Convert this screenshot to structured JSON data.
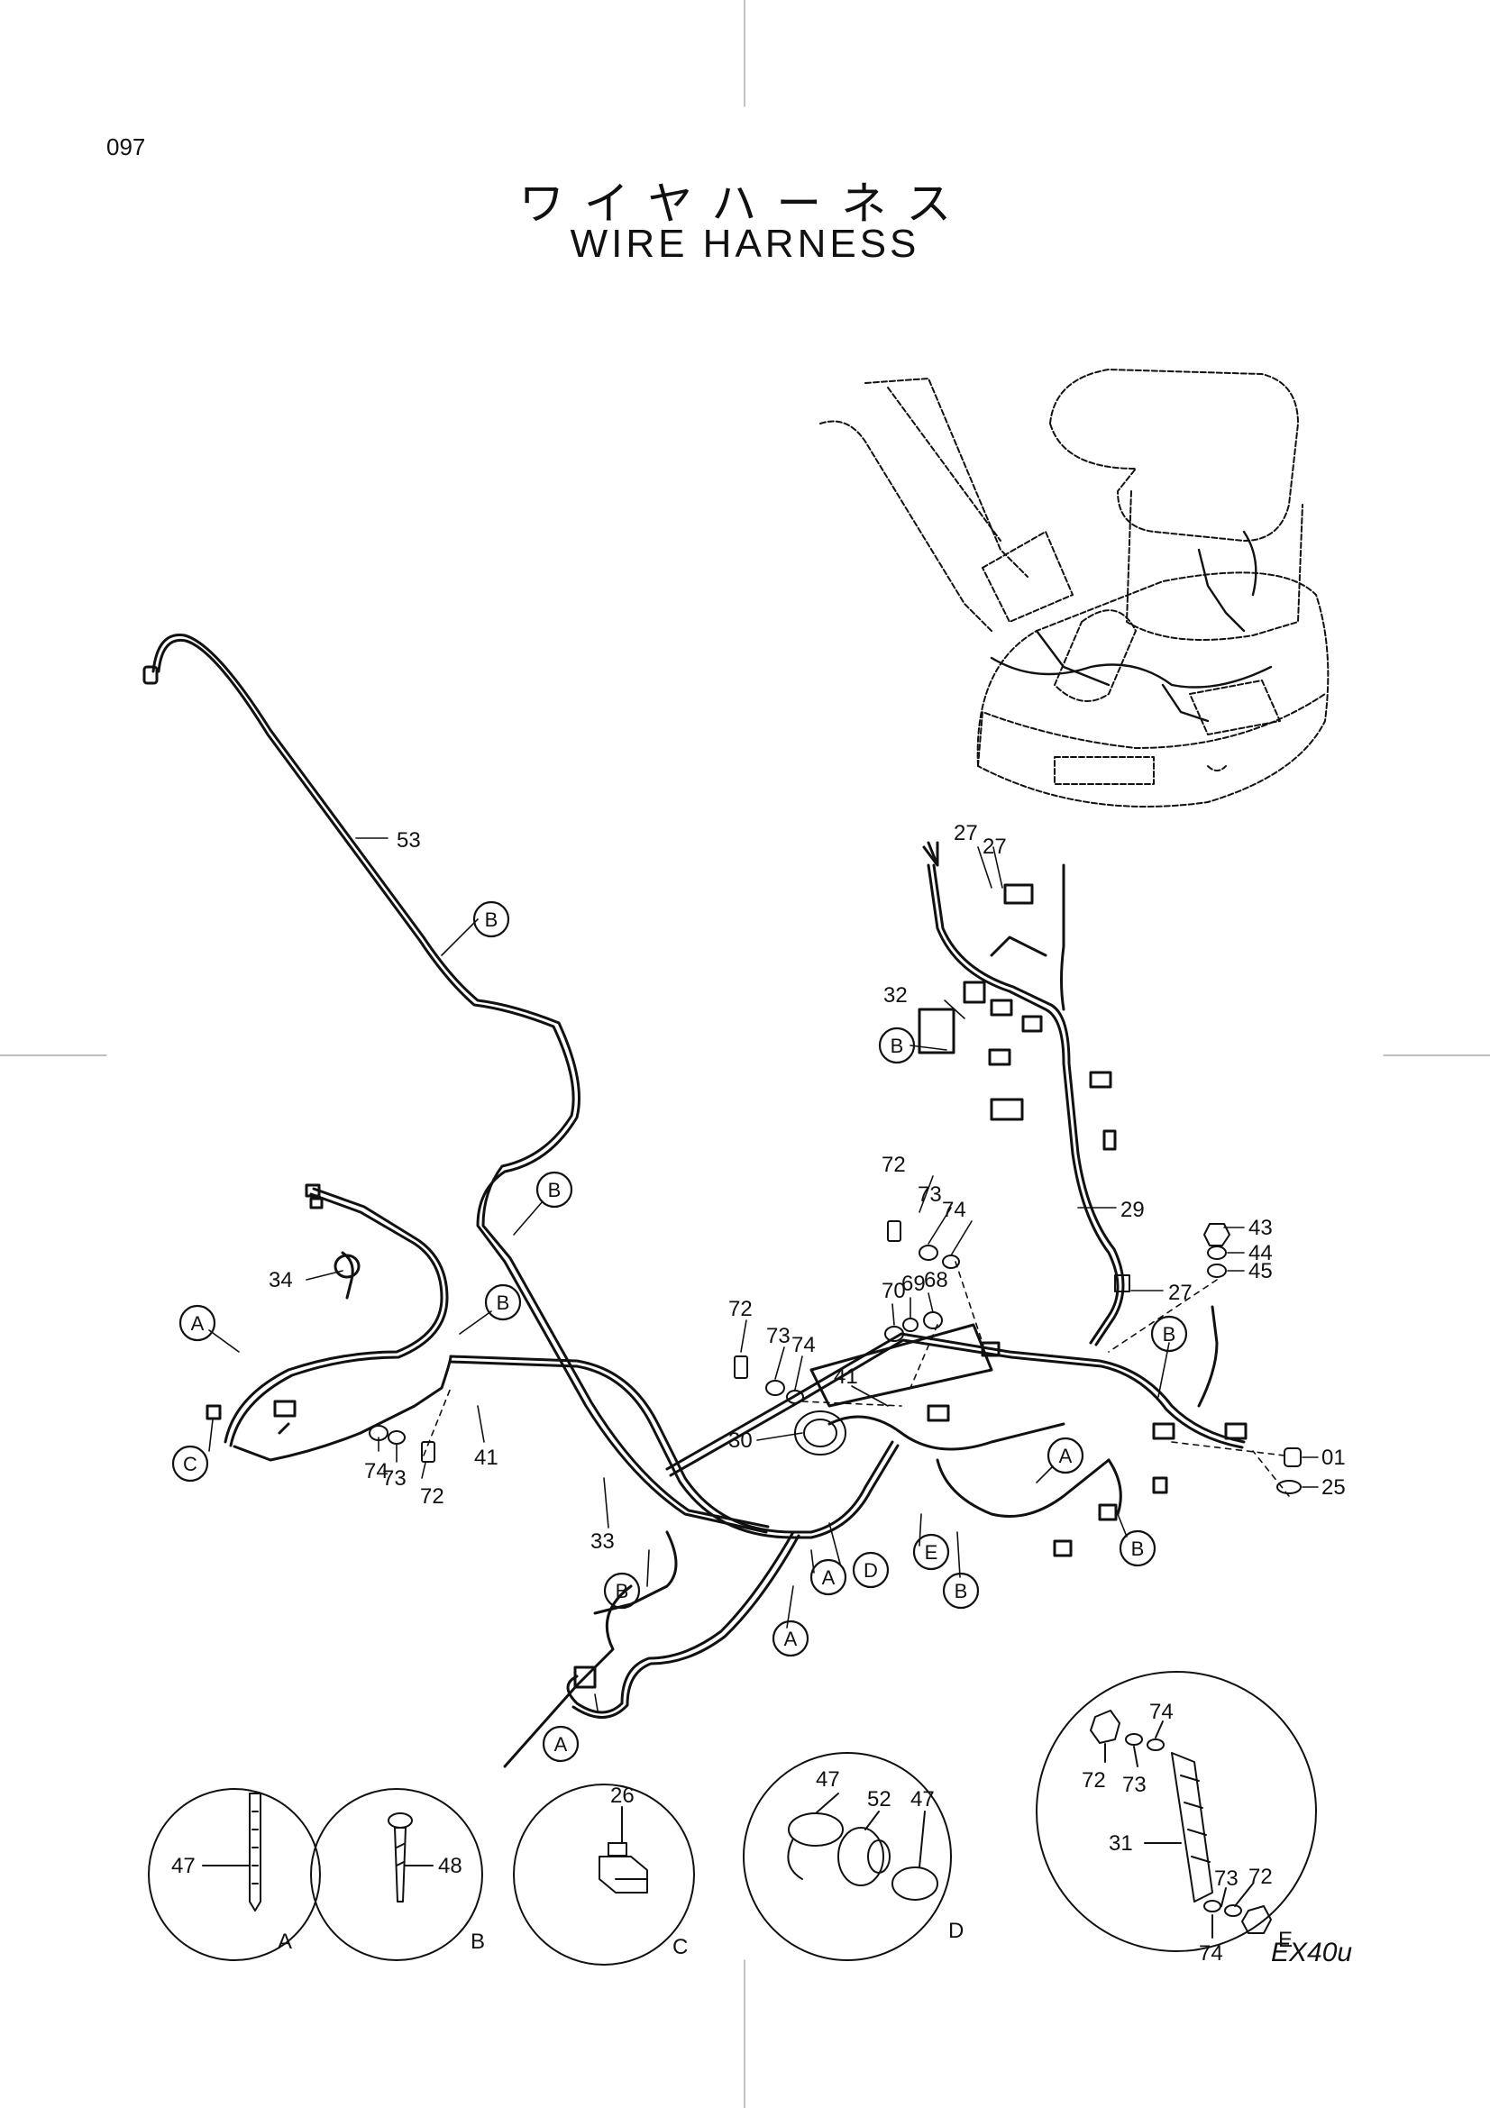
{
  "header": {
    "page_code": "097",
    "title_jp": "ワイヤハーネス",
    "title_en": "WIRE  HARNESS"
  },
  "footer": {
    "model": "EX40u"
  },
  "callouts": {
    "n53": "53",
    "n29": "29",
    "n27a": "27",
    "n27b": "27",
    "n27c": "27",
    "n32": "32",
    "n72a": "72",
    "n73a": "73",
    "n74a": "74",
    "n70": "70",
    "n69": "69",
    "n68": "68",
    "n72b": "72",
    "n73b": "73",
    "n74b": "74",
    "n41a": "41",
    "n30": "30",
    "n33": "33",
    "n34": "34",
    "n74c": "74",
    "n73c": "73",
    "n72c": "72",
    "n41b": "41",
    "n43": "43",
    "n44": "44",
    "n45": "45",
    "n01": "01",
    "n25": "25"
  },
  "refs": {
    "B1": "B",
    "B2": "B",
    "B3": "B",
    "B4": "B",
    "B5": "B",
    "B6": "B",
    "B7": "B",
    "B8": "B",
    "A1": "A",
    "A2": "A",
    "A3": "A",
    "A4": "A",
    "A5": "A",
    "C1": "C",
    "D1": "D",
    "E1": "E"
  },
  "details": {
    "A": {
      "label": "A",
      "part": "47"
    },
    "B": {
      "label": "B",
      "part": "48"
    },
    "C": {
      "label": "C",
      "part": "26"
    },
    "D": {
      "label": "D",
      "part_left": "47",
      "part_mid": "52",
      "part_right": "47"
    },
    "E": {
      "label": "E",
      "p72a": "72",
      "p73a": "73",
      "p74a": "74",
      "p31": "31",
      "p73b": "73",
      "p72b": "72",
      "p74b": "74"
    }
  }
}
